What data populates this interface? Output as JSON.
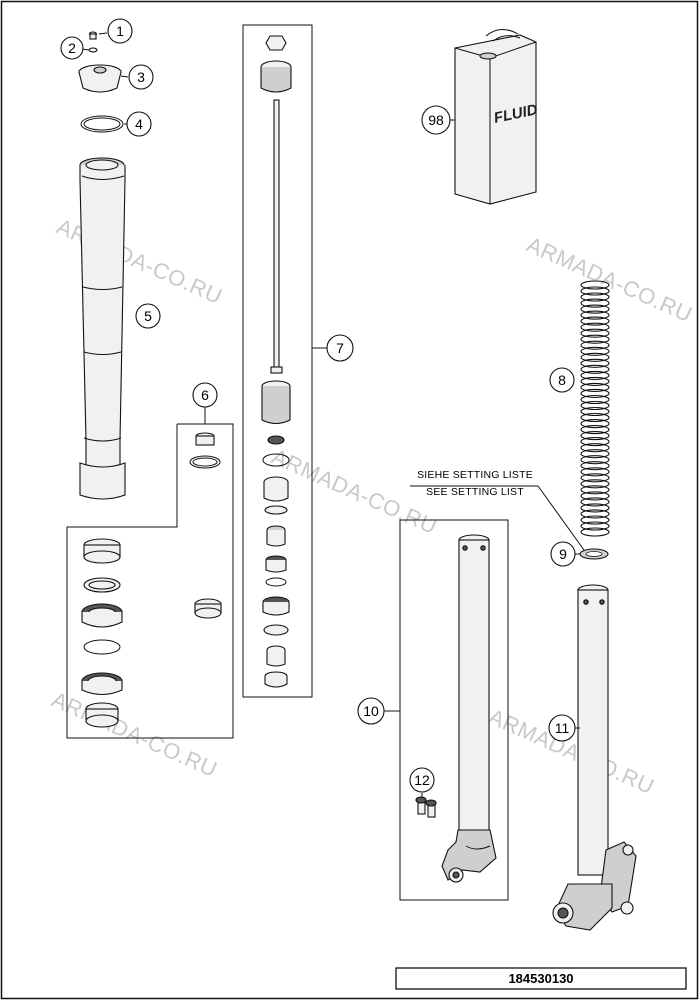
{
  "diagram_number": "184530130",
  "watermark": "ARMADA-CO.RU",
  "fluid_label": "FLUID",
  "note": {
    "line1": "SIEHE SETTING LISTE",
    "line2": "SEE SETTING LIST"
  },
  "callouts": [
    "1",
    "2",
    "3",
    "4",
    "5",
    "6",
    "7",
    "8",
    "9",
    "10",
    "11",
    "12",
    "98"
  ]
}
